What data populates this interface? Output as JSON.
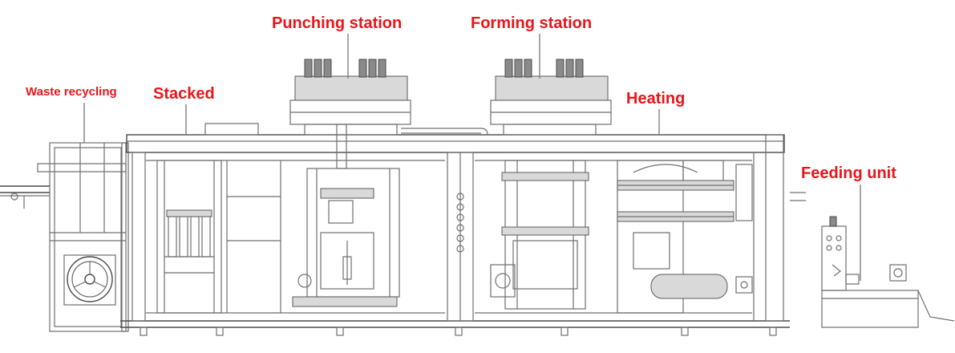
{
  "labels": {
    "punching": "Punching station",
    "forming": "Forming station",
    "waste": "Waste recycling",
    "stacked": "Stacked",
    "heating": "Heating",
    "feeding": "Feeding unit"
  },
  "colors": {
    "label": "#e8151b",
    "line": "#6f6f6f",
    "background": "#ffffff"
  }
}
